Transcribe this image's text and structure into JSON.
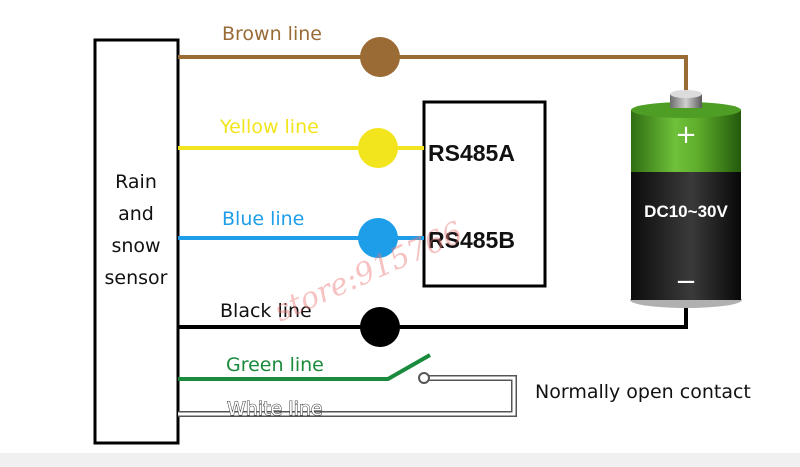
{
  "sensor": {
    "lines": [
      "Rain",
      "and",
      "snow",
      "sensor"
    ]
  },
  "wires": {
    "brown": {
      "label": "Brown line",
      "color": "#9a6b35"
    },
    "yellow": {
      "label": "Yellow line",
      "color": "#f2e51e"
    },
    "blue": {
      "label": "Blue line",
      "color": "#1e9ee8"
    },
    "black": {
      "label": "Black line",
      "color": "#000000"
    },
    "green": {
      "label": "Green line",
      "color": "#1a8a3c"
    },
    "white": {
      "label": "White line",
      "color": "#ffffff"
    }
  },
  "rs485": {
    "a": "RS485A",
    "b": "RS485B"
  },
  "battery": {
    "positive": "+",
    "negative": "−",
    "voltage": "DC10~30V",
    "color": "#3a8a1e"
  },
  "contact": {
    "label": "Normally open contact"
  },
  "watermark": "store:915766"
}
